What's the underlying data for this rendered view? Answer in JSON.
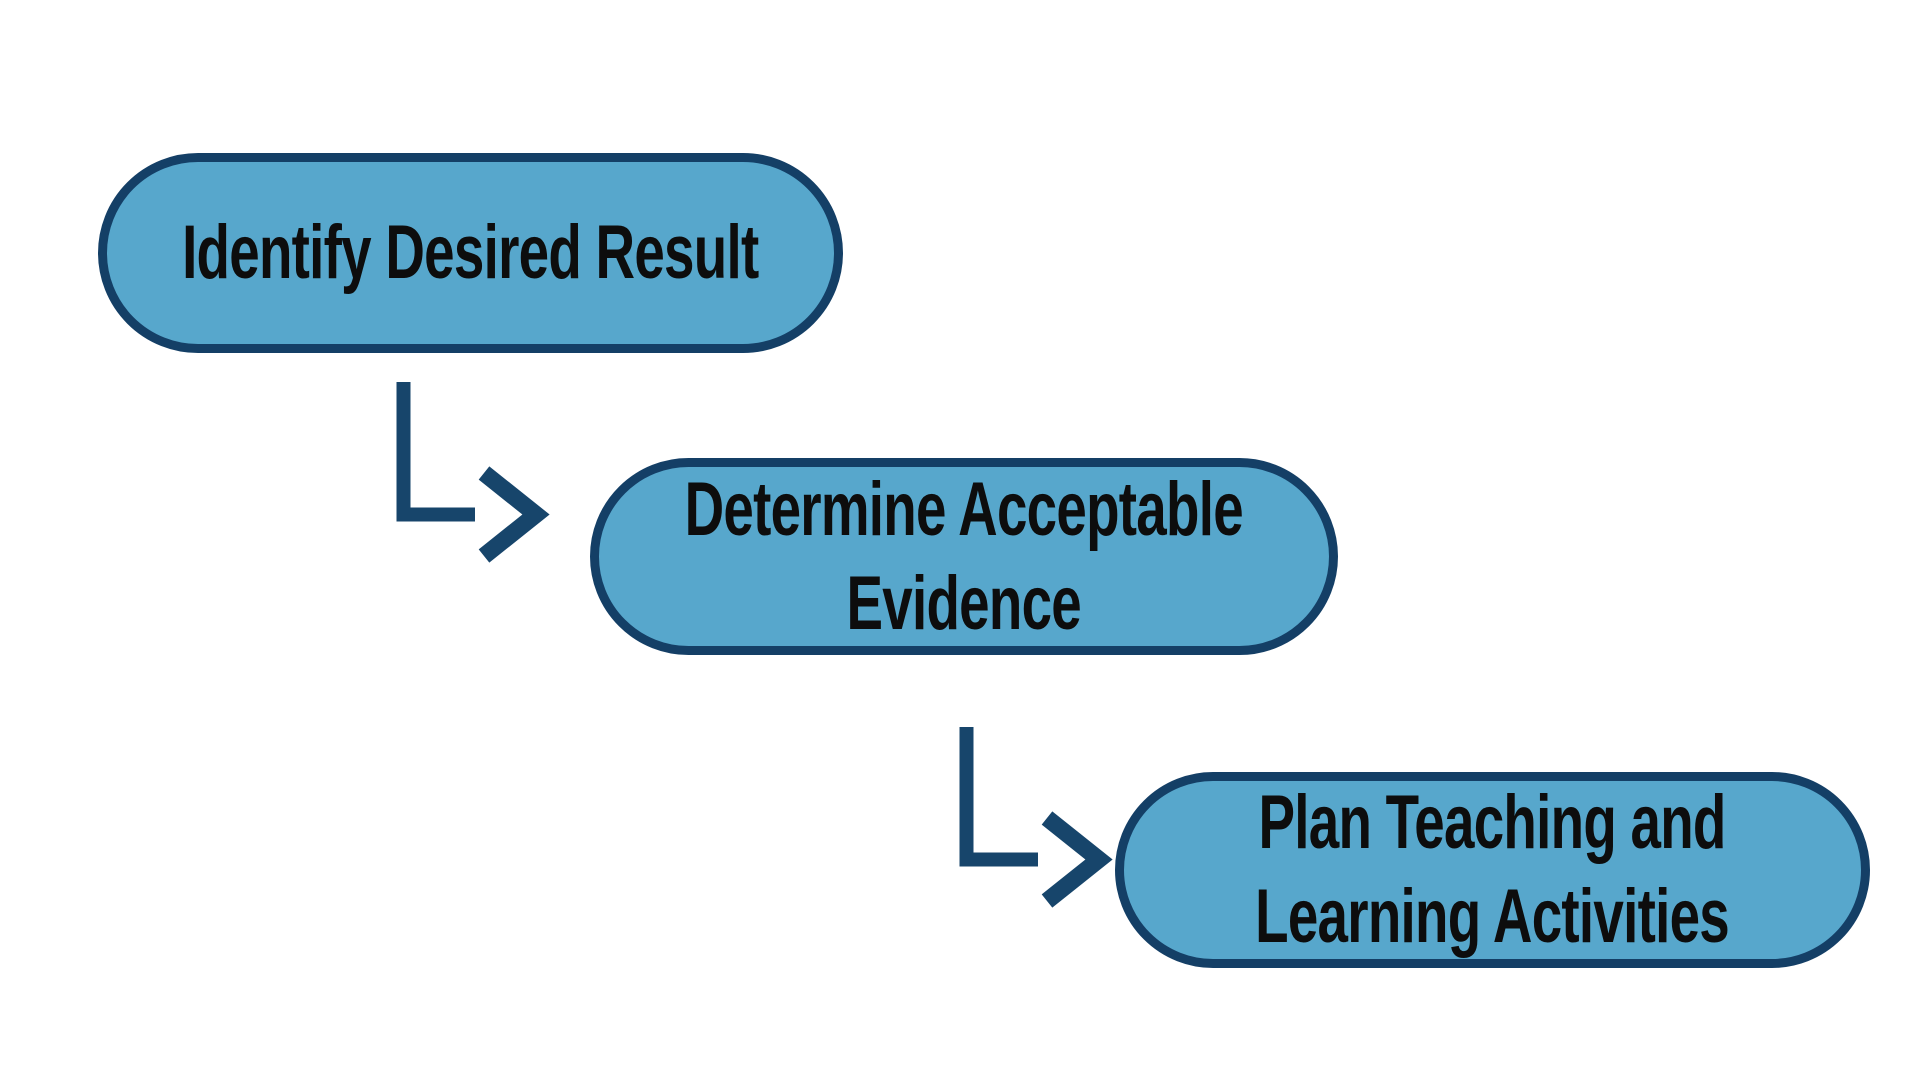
{
  "colors": {
    "background": "#ffffff",
    "node_fill": "#57a7cc",
    "node_border": "#143f66",
    "arrow": "#17456b",
    "text": "#0d0d0d"
  },
  "diagram": {
    "type": "flowchart",
    "nodes": [
      {
        "id": "identify-desired-result",
        "label": "Identify Desired Result",
        "lines": [
          "Identify Desired Result"
        ]
      },
      {
        "id": "determine-acceptable-evidence",
        "label": "Determine Acceptable Evidence",
        "lines": [
          "Determine Acceptable",
          "Evidence"
        ]
      },
      {
        "id": "plan-teaching-learning-activities",
        "label": "Plan Teaching and Learning Activities",
        "lines": [
          "Plan Teaching and",
          "Learning Activities"
        ]
      }
    ],
    "connectors": [
      {
        "from": "identify-desired-result",
        "to": "determine-acceptable-evidence",
        "shape": "elbow-down-right-arrow"
      },
      {
        "from": "determine-acceptable-evidence",
        "to": "plan-teaching-learning-activities",
        "shape": "elbow-down-right-arrow"
      }
    ]
  }
}
